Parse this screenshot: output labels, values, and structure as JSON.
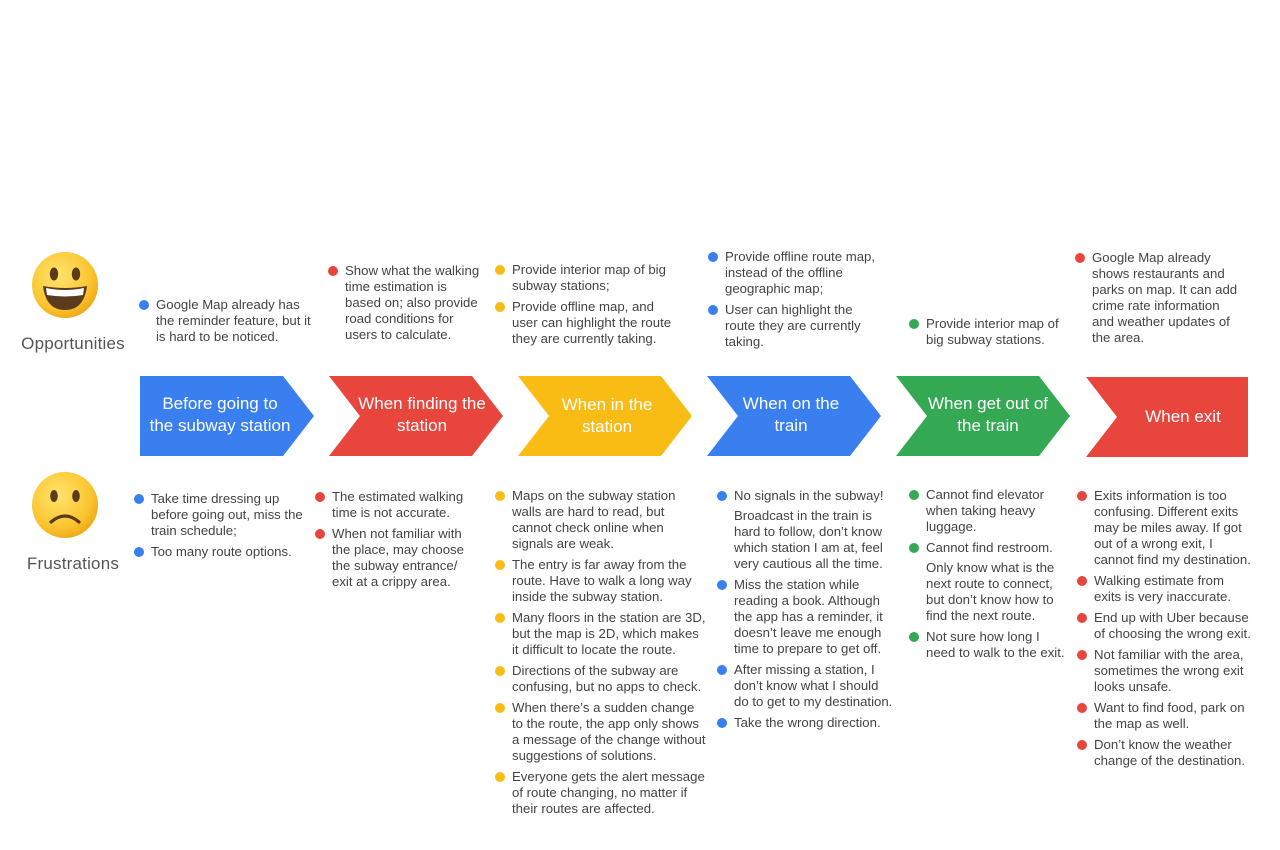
{
  "colors": {
    "blue": "#3A7FF0",
    "red": "#E8453C",
    "yellow": "#F9BC15",
    "green": "#34A853"
  },
  "rows": {
    "opportunities_label": "Opportunities",
    "frustrations_label": "Frustrations",
    "opportunities_icon": "grinning-face-icon",
    "frustrations_icon": "frowning-face-icon"
  },
  "stages": [
    {
      "line1": "Before going to",
      "line2": "the subway station",
      "color": "#3A7FF0"
    },
    {
      "line1": "When finding the",
      "line2": "station",
      "color": "#E8453C"
    },
    {
      "line1": "When in the",
      "line2": "station",
      "color": "#F9BC15"
    },
    {
      "line1": "When on the",
      "line2": "train",
      "color": "#3A7FF0"
    },
    {
      "line1": "When get out of",
      "line2": "the train",
      "color": "#34A853"
    },
    {
      "line1": "When exit",
      "line2": "",
      "color": "#E8453C"
    }
  ],
  "opportunities": [
    [
      {
        "dot": "blue",
        "lines": [
          "Google Map already has",
          "the reminder feature, but it",
          "is hard to be noticed."
        ]
      }
    ],
    [
      {
        "dot": "red",
        "lines": [
          "Show what the walking",
          "time estimation is",
          "based on; also provide",
          "road conditions for",
          "users to calculate."
        ]
      }
    ],
    [
      {
        "dot": "yellow",
        "lines": [
          "Provide interior map of big",
          "subway stations;"
        ]
      },
      {
        "dot": "yellow",
        "lines": [
          "Provide offline map, and",
          "user can highlight the route",
          "they are currently taking."
        ]
      }
    ],
    [
      {
        "dot": "blue",
        "lines": [
          "Provide offline route map,",
          "instead of the offline",
          "geographic map;"
        ]
      },
      {
        "dot": "blue",
        "lines": [
          "User can highlight the",
          "route they are currently",
          "taking."
        ]
      }
    ],
    [
      {
        "dot": "green",
        "lines": [
          "Provide interior map of",
          "big subway stations."
        ]
      }
    ],
    [
      {
        "dot": "red",
        "lines": [
          "Google Map already",
          "shows restaurants and",
          "parks on map. It can add",
          "crime rate information",
          "and weather updates of",
          "the area."
        ]
      }
    ]
  ],
  "frustrations": [
    [
      {
        "dot": "blue",
        "lines": [
          "Take time dressing up",
          "before going out, miss the",
          "train schedule;"
        ]
      },
      {
        "dot": "blue",
        "lines": [
          "Too many route options."
        ]
      }
    ],
    [
      {
        "dot": "red",
        "lines": [
          "The estimated walking",
          "time is not accurate."
        ]
      },
      {
        "dot": "red",
        "lines": [
          "When not familiar with",
          "the place, may choose",
          "the subway entrance/",
          "exit at a crippy area."
        ]
      }
    ],
    [
      {
        "dot": "yellow",
        "lines": [
          "Maps on the subway station",
          "walls are hard to read, but",
          "cannot check online when",
          "signals are weak."
        ]
      },
      {
        "dot": "yellow",
        "lines": [
          "The entry is far away from the",
          "route. Have to walk a long way",
          "inside the subway station."
        ]
      },
      {
        "dot": "yellow",
        "lines": [
          "Many floors in the station are 3D,",
          "but the map is 2D, which makes",
          "it difficult to locate the route."
        ]
      },
      {
        "dot": "yellow",
        "lines": [
          "Directions of the subway are",
          "confusing, but no apps to check."
        ]
      },
      {
        "dot": "yellow",
        "lines": [
          "When there’s a sudden change",
          "to the route, the app only shows",
          "a message of the change without",
          "suggestions of solutions."
        ]
      },
      {
        "dot": "yellow",
        "lines": [
          "Everyone gets the alert message",
          "of route changing, no matter if",
          "their routes are affected."
        ]
      }
    ],
    [
      {
        "dot": "blue",
        "lines": [
          "No signals in the subway!"
        ]
      },
      {
        "dot": "",
        "lines": [
          "Broadcast in the train is",
          "hard to follow, don’t know",
          "which station I am at, feel",
          "very cautious all the time."
        ]
      },
      {
        "dot": "blue",
        "lines": [
          "Miss the station while",
          "reading a book. Although",
          "the app has a reminder, it",
          "doesn’t leave me enough",
          "time to prepare to get off."
        ]
      },
      {
        "dot": "blue",
        "lines": [
          "After missing a station, I",
          "don’t know what I should",
          "do to get to my destination."
        ]
      },
      {
        "dot": "blue",
        "lines": [
          "Take the wrong direction."
        ]
      }
    ],
    [
      {
        "dot": "green",
        "lines": [
          "Cannot find elevator",
          "when taking heavy",
          "luggage."
        ]
      },
      {
        "dot": "green",
        "lines": [
          "Cannot find restroom."
        ]
      },
      {
        "dot": "",
        "lines": [
          "Only know what is the",
          "next route to connect,",
          "but don’t know how to",
          "find the next route."
        ]
      },
      {
        "dot": "green",
        "lines": [
          "Not sure how long I",
          "need to walk to the exit."
        ]
      }
    ],
    [
      {
        "dot": "red",
        "lines": [
          "Exits information is too",
          "confusing. Different exits",
          "may be miles away. If got",
          "out of a wrong exit, I",
          "cannot find my destination."
        ]
      },
      {
        "dot": "red",
        "lines": [
          "Walking estimate from",
          "exits is very inaccurate."
        ]
      },
      {
        "dot": "red",
        "lines": [
          "End up with Uber because",
          "of choosing the wrong exit."
        ]
      },
      {
        "dot": "red",
        "lines": [
          "Not familiar with the area,",
          "sometimes the wrong exit",
          "looks unsafe."
        ]
      },
      {
        "dot": "red",
        "lines": [
          "Want to find food, park on",
          "the map as well."
        ]
      },
      {
        "dot": "red",
        "lines": [
          "Don’t know the weather",
          "change of the destination."
        ]
      }
    ]
  ]
}
